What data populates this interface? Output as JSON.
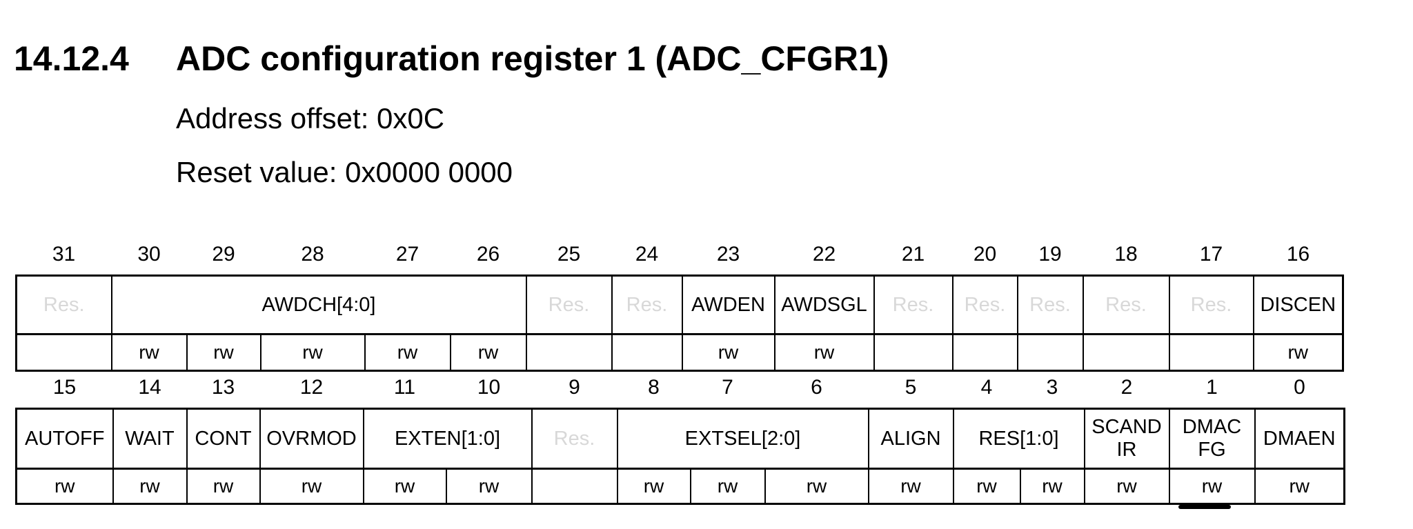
{
  "heading": {
    "section_number": "14.12.4",
    "title": "ADC configuration register 1 (ADC_CFGR1)"
  },
  "subheadings": {
    "address_offset": "Address offset: 0x0C",
    "reset_value": "Reset value: 0x0000 0000"
  },
  "colors": {
    "reserved_text": "#d8d8d8",
    "border": "#000000",
    "text": "#000000",
    "background": "#ffffff"
  },
  "register_tables": [
    {
      "name": "bits-31-16",
      "bit_numbers": [
        "31",
        "30",
        "29",
        "28",
        "27",
        "26",
        "25",
        "24",
        "23",
        "22",
        "21",
        "20",
        "19",
        "18",
        "17",
        "16"
      ],
      "fields": [
        {
          "label": "Res.",
          "span": 1,
          "reserved": true
        },
        {
          "label": "AWDCH[4:0]",
          "span": 5,
          "reserved": false
        },
        {
          "label": "Res.",
          "span": 1,
          "reserved": true
        },
        {
          "label": "Res.",
          "span": 1,
          "reserved": true
        },
        {
          "label": "AWDEN",
          "span": 1,
          "reserved": false
        },
        {
          "label": "AWDSGL",
          "span": 1,
          "reserved": false
        },
        {
          "label": "Res.",
          "span": 1,
          "reserved": true
        },
        {
          "label": "Res.",
          "span": 1,
          "reserved": true
        },
        {
          "label": "Res.",
          "span": 1,
          "reserved": true
        },
        {
          "label": "Res.",
          "span": 1,
          "reserved": true
        },
        {
          "label": "Res.",
          "span": 1,
          "reserved": true
        },
        {
          "label": "DISCEN",
          "span": 1,
          "reserved": false
        }
      ],
      "access": [
        "",
        "rw",
        "rw",
        "rw",
        "rw",
        "rw",
        "",
        "",
        "rw",
        "rw",
        "",
        "",
        "",
        "",
        "",
        "rw"
      ]
    },
    {
      "name": "bits-15-0",
      "bit_numbers": [
        "15",
        "14",
        "13",
        "12",
        "11",
        "10",
        "9",
        "8",
        "7",
        "6",
        "5",
        "4",
        "3",
        "2",
        "1",
        "0"
      ],
      "fields": [
        {
          "label": "AUTOFF",
          "span": 1,
          "reserved": false
        },
        {
          "label": "WAIT",
          "span": 1,
          "reserved": false
        },
        {
          "label": "CONT",
          "span": 1,
          "reserved": false
        },
        {
          "label": "OVRMOD",
          "span": 1,
          "reserved": false
        },
        {
          "label": "EXTEN[1:0]",
          "span": 2,
          "reserved": false
        },
        {
          "label": "Res.",
          "span": 1,
          "reserved": true
        },
        {
          "label": "EXTSEL[2:0]",
          "span": 3,
          "reserved": false
        },
        {
          "label": "ALIGN",
          "span": 1,
          "reserved": false
        },
        {
          "label": "RES[1:0]",
          "span": 2,
          "reserved": false
        },
        {
          "label": "SCANDIR",
          "span": 1,
          "reserved": false,
          "lines": [
            "SCAND",
            "IR"
          ]
        },
        {
          "label": "DMACFG",
          "span": 1,
          "reserved": false,
          "lines": [
            "DMAC",
            "FG"
          ]
        },
        {
          "label": "DMAEN",
          "span": 1,
          "reserved": false
        }
      ],
      "access": [
        "rw",
        "rw",
        "rw",
        "rw",
        "rw",
        "rw",
        "",
        "rw",
        "rw",
        "rw",
        "rw",
        "rw",
        "rw",
        "rw",
        "rw",
        "rw"
      ]
    }
  ],
  "annotations": {
    "dmacfg_underline": {
      "present": true,
      "under_bit": "1"
    }
  }
}
